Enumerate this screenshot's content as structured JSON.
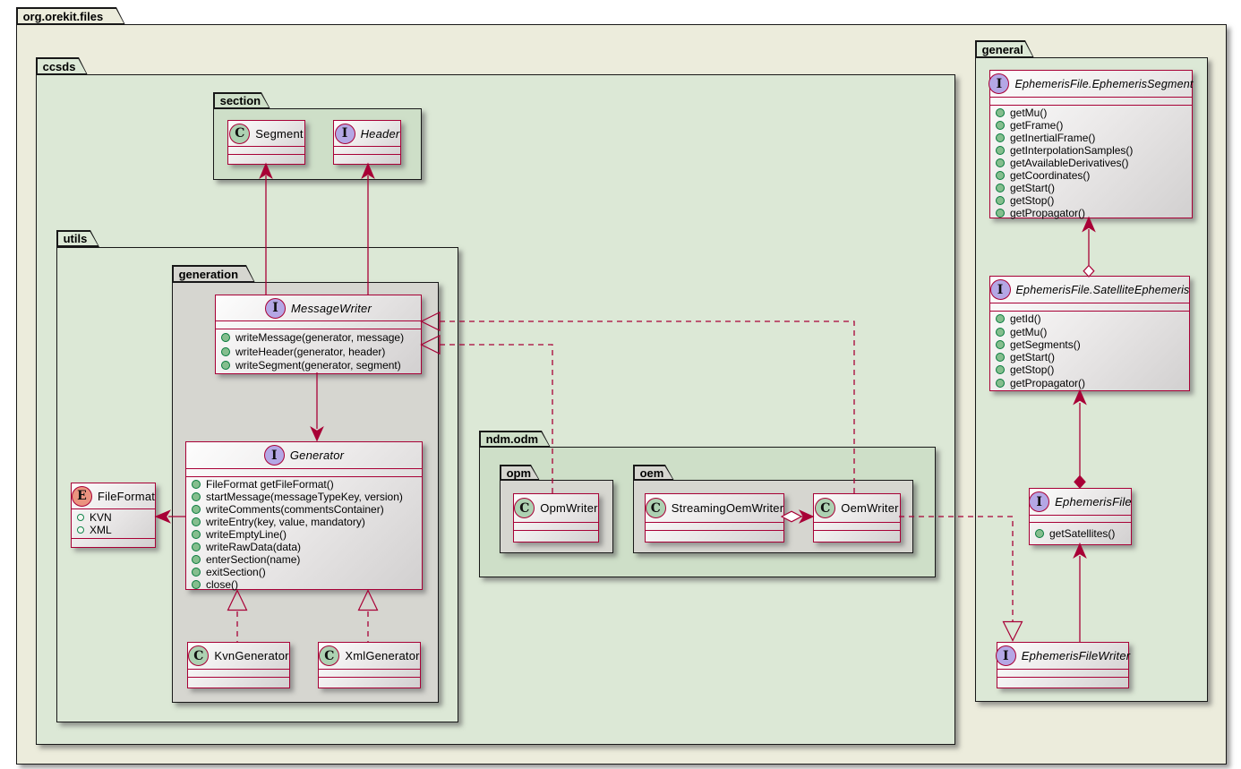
{
  "packages": {
    "root": {
      "label": "org.orekit.files"
    },
    "ccsds": {
      "label": "ccsds"
    },
    "section": {
      "label": "section"
    },
    "utils": {
      "label": "utils"
    },
    "generation": {
      "label": "generation"
    },
    "ndmOdm": {
      "label": "ndm.odm"
    },
    "opm": {
      "label": "opm"
    },
    "oem": {
      "label": "oem"
    },
    "general": {
      "label": "general"
    }
  },
  "classes": {
    "segment": {
      "kind": "C",
      "name": "Segment"
    },
    "header": {
      "kind": "I",
      "name": "Header"
    },
    "messageWriter": {
      "kind": "I",
      "name": "MessageWriter",
      "methods": [
        "writeMessage(generator, message)",
        "writeHeader(generator, header)",
        "writeSegment(generator, segment)"
      ]
    },
    "generator": {
      "kind": "I",
      "name": "Generator",
      "methods": [
        "FileFormat getFileFormat()",
        "startMessage(messageTypeKey, version)",
        "writeComments(commentsContainer)",
        "writeEntry(key, value, mandatory)",
        "writeEmptyLine()",
        "writeRawData(data)",
        "enterSection(name)",
        "exitSection()",
        "close()"
      ]
    },
    "fileFormat": {
      "kind": "E",
      "name": "FileFormat",
      "fields": [
        "KVN",
        "XML"
      ]
    },
    "kvnGenerator": {
      "kind": "C",
      "name": "KvnGenerator"
    },
    "xmlGenerator": {
      "kind": "C",
      "name": "XmlGenerator"
    },
    "opmWriter": {
      "kind": "C",
      "name": "OpmWriter"
    },
    "streamingOemWriter": {
      "kind": "C",
      "name": "StreamingOemWriter"
    },
    "oemWriter": {
      "kind": "C",
      "name": "OemWriter"
    },
    "ephemerisSegment": {
      "kind": "I",
      "name": "EphemerisFile.EphemerisSegment",
      "methods": [
        "getMu()",
        "getFrame()",
        "getInertialFrame()",
        "getInterpolationSamples()",
        "getAvailableDerivatives()",
        "getCoordinates()",
        "getStart()",
        "getStop()",
        "getPropagator()"
      ]
    },
    "satelliteEphemeris": {
      "kind": "I",
      "name": "EphemerisFile.SatelliteEphemeris",
      "methods": [
        "getId()",
        "getMu()",
        "getSegments()",
        "getStart()",
        "getStop()",
        "getPropagator()"
      ]
    },
    "ephemerisFile": {
      "kind": "I",
      "name": "EphemerisFile",
      "methods": [
        "getSatellites()"
      ]
    },
    "ephemerisFileWriter": {
      "kind": "I",
      "name": "EphemerisFileWriter"
    }
  },
  "relations": [
    {
      "from": "MessageWriter",
      "to": "Segment",
      "type": "association-arrow",
      "line": "solid"
    },
    {
      "from": "MessageWriter",
      "to": "Header",
      "type": "association-arrow",
      "line": "solid"
    },
    {
      "from": "MessageWriter",
      "to": "Generator",
      "type": "association-arrow",
      "line": "solid"
    },
    {
      "from": "Generator",
      "to": "FileFormat",
      "type": "association-arrow",
      "line": "solid"
    },
    {
      "from": "KvnGenerator",
      "to": "Generator",
      "type": "realization",
      "line": "dashed"
    },
    {
      "from": "XmlGenerator",
      "to": "Generator",
      "type": "realization",
      "line": "dashed"
    },
    {
      "from": "OemWriter",
      "to": "MessageWriter",
      "type": "realization",
      "line": "dashed"
    },
    {
      "from": "OpmWriter",
      "to": "MessageWriter",
      "type": "realization",
      "line": "dashed"
    },
    {
      "from": "StreamingOemWriter",
      "to": "OemWriter",
      "type": "aggregation-arrow",
      "line": "solid"
    },
    {
      "from": "OemWriter",
      "to": "EphemerisFileWriter",
      "type": "realization",
      "line": "dashed"
    },
    {
      "from": "EphemerisFile.SatelliteEphemeris",
      "to": "EphemerisFile.EphemerisSegment",
      "type": "aggregation-arrow",
      "line": "solid"
    },
    {
      "from": "EphemerisFile",
      "to": "EphemerisFile.SatelliteEphemeris",
      "type": "composition-arrow",
      "line": "solid"
    },
    {
      "from": "EphemerisFileWriter",
      "to": "EphemerisFile",
      "type": "association-arrow",
      "line": "solid"
    }
  ],
  "colors": {
    "relation": "#A80036",
    "classBorder": "#A80036",
    "packageBorder": "#181818",
    "packageBeige": "#ECECDC",
    "packageGreen": "#DCE8D6",
    "packageGreenDark": "#CEDFC8",
    "packageGray": "#D6D6D0",
    "circleClass": "#ADD1B2",
    "circleInterface": "#B4A7E5",
    "circleEnum": "#EB937F",
    "methodDot": "#85BE8E"
  }
}
